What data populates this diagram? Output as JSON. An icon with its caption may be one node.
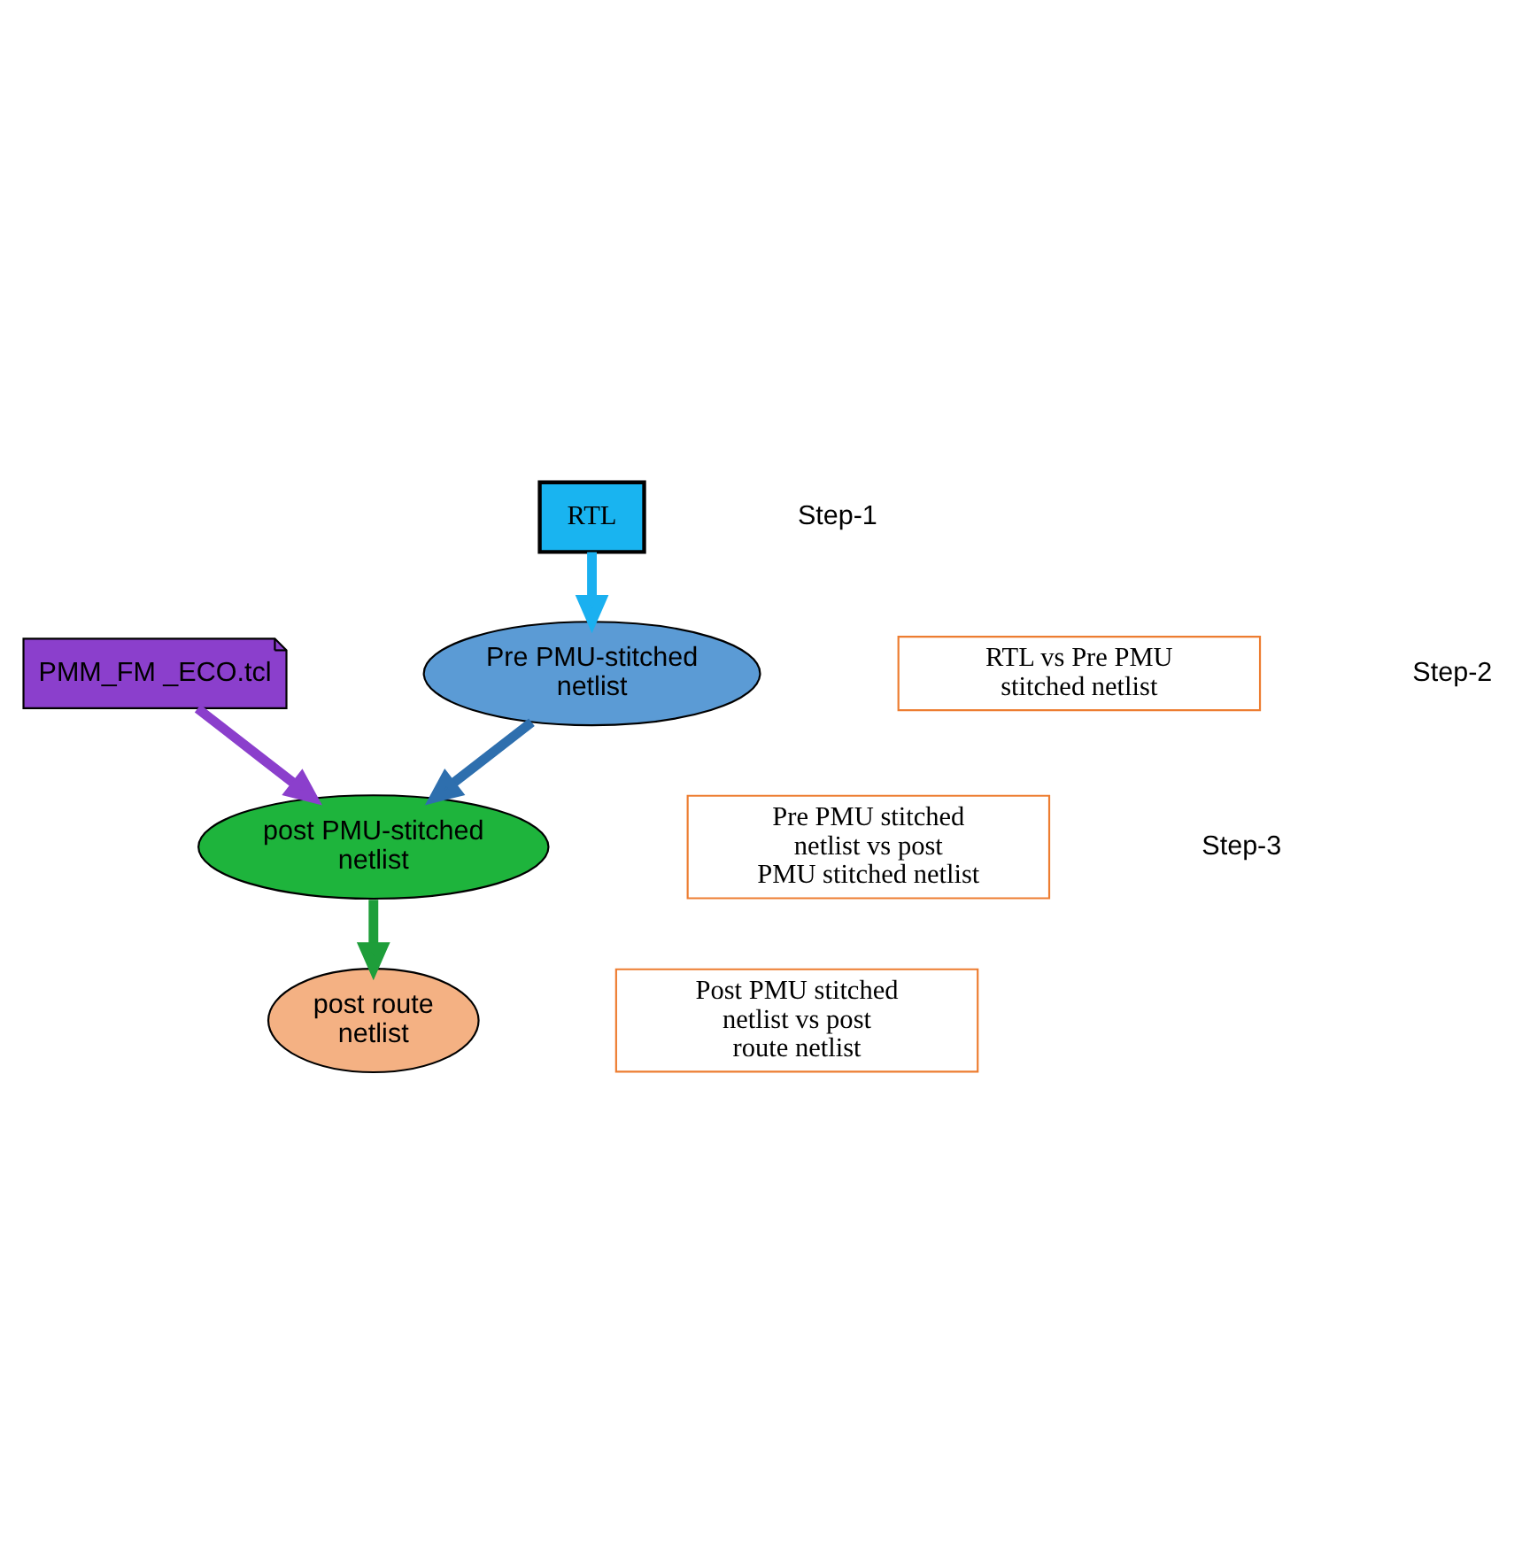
{
  "diagram": {
    "nodes": [
      {
        "text": [
          "RTL"
        ]
      },
      {
        "text": [
          "Pre PMU-stitched netlist"
        ]
      },
      {
        "text": [
          "PMM_FM _ECO.tcl"
        ]
      },
      {
        "text": [
          "post PMU-stitched netlist"
        ]
      },
      {
        "text": [
          "post route netlist"
        ]
      },
      {
        "text": [
          "RTL vs Pre PMU stitched netlist"
        ]
      },
      {
        "text": [
          "Pre PMU stitched netlist vs post PMU stitched netlist"
        ]
      },
      {
        "text": [
          "Post PMU stitched netlist vs post route netlist"
        ]
      }
    ],
    "edges": [
      {
        "from": 0,
        "to": 1,
        "arrow": "to",
        "color": "#1ab0f0"
      },
      {
        "from": 1,
        "to": 3,
        "arrow": "to",
        "color": "#2e6fae"
      },
      {
        "from": 2,
        "to": 3,
        "arrow": "to",
        "color": "#8b3fcc"
      },
      {
        "from": 3,
        "to": 4,
        "arrow": "to",
        "color": "#1e9e3a"
      }
    ],
    "labels": [
      "Step-1",
      "Step-2",
      "Step-3"
    ]
  }
}
